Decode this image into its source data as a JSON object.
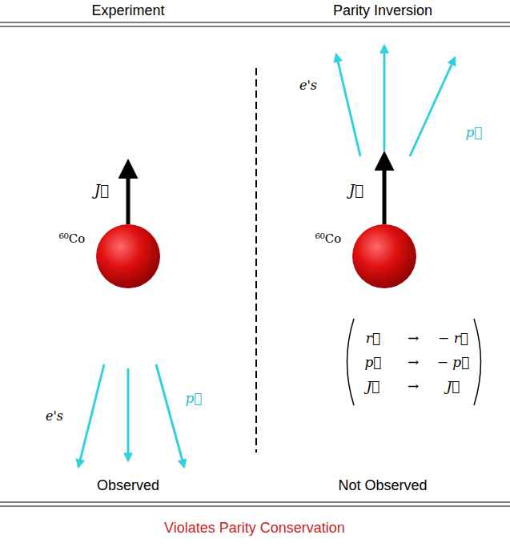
{
  "diagram": {
    "caption": "Violates Parity Conservation",
    "labels": [
      "Experiment",
      "Parity Inversion",
      "J⃗",
      "⁶⁰Co",
      "e's",
      "p⃗",
      "Observed",
      "J⃗",
      "⁶⁰Co",
      "e's",
      "p⃗",
      "r⃗",
      "→",
      "− r⃗",
      "p⃗",
      "→",
      "− p⃗",
      "J⃗",
      "→",
      "J⃗",
      "Not Observed"
    ]
  }
}
